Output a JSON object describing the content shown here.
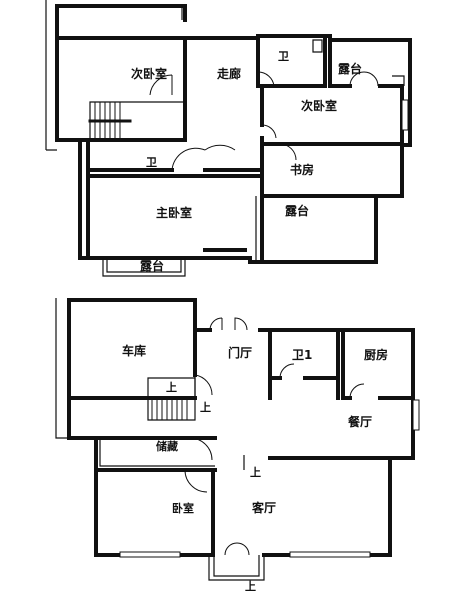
{
  "upper_floor": {
    "rooms": {
      "bedroom2_a": "次卧室",
      "corridor": "走廊",
      "bath_a": "卫",
      "balcony_a": "露台",
      "bedroom2_b": "次卧室",
      "bath_b": "卫",
      "study": "书房",
      "master": "主卧室",
      "balcony_b": "露台",
      "balcony_c": "露台"
    }
  },
  "lower_floor": {
    "rooms": {
      "garage": "车库",
      "foyer": "门厅",
      "bath": "卫1",
      "kitchen": "厨房",
      "dining": "餐厅",
      "storage": "储藏",
      "bedroom": "卧室",
      "living": "客厅"
    },
    "stair_up_1": "上",
    "stair_up_2": "上",
    "stair_up_3": "上",
    "stair_up_4": "上"
  }
}
